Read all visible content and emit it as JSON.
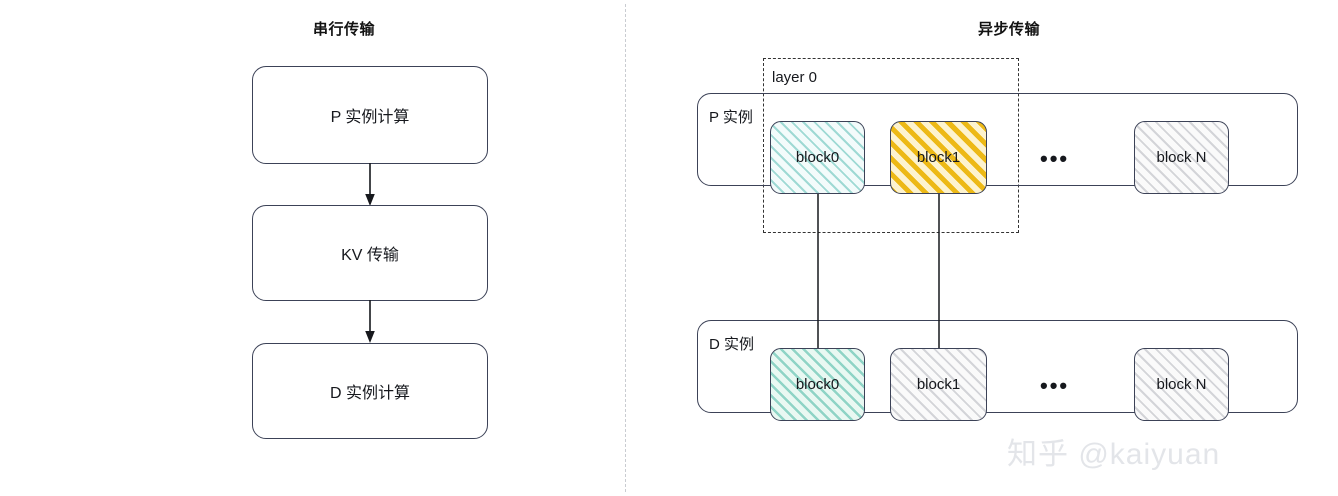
{
  "panels": {
    "serial": {
      "title": "串行传输",
      "steps": [
        {
          "label": "P 实例计算"
        },
        {
          "label": "KV 传输"
        },
        {
          "label": "D 实例计算"
        }
      ]
    },
    "async": {
      "title": "异步传输",
      "layer_label": "layer 0",
      "instances": [
        {
          "name": "P 实例",
          "ellipsis": "•••",
          "blocks": [
            {
              "label": "block0",
              "fill": "teal-light",
              "color": "#9fd9d4"
            },
            {
              "label": "block1",
              "fill": "amber",
              "color": "#edb916"
            },
            {
              "label": "block N",
              "fill": "gray",
              "color": "#d3d4d8"
            }
          ]
        },
        {
          "name": "D 实例",
          "ellipsis": "•••",
          "blocks": [
            {
              "label": "block0",
              "fill": "teal-strong",
              "color": "#8fd4c6"
            },
            {
              "label": "block1",
              "fill": "gray",
              "color": "#d3d4d8"
            },
            {
              "label": "block N",
              "fill": "gray",
              "color": "#d3d4d8"
            }
          ]
        }
      ]
    }
  },
  "watermark": "知乎 @kaiyuan",
  "colors": {
    "stroke": "#3c4257",
    "text": "#16181d",
    "divider": "#c9ccd1",
    "watermark": "#e3e5e9"
  }
}
